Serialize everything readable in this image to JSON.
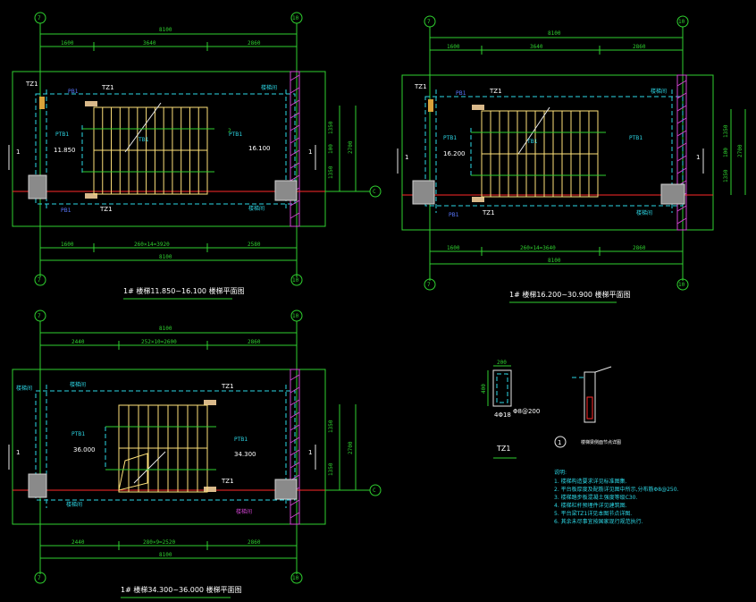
{
  "grid": {
    "axis_7": "7",
    "axis_10": "10",
    "axis_c": "C",
    "section_mark": "1"
  },
  "plan1": {
    "title": "1# 楼梯11.850~16.100 楼梯平面图",
    "total": "8100",
    "top_dims": [
      "1600",
      "3640",
      "2860"
    ],
    "bottom_dims": [
      "1600",
      "260×14=3920",
      "2580"
    ],
    "right_dims": [
      "1350",
      "100",
      "1350",
      "2700"
    ],
    "tz": "TZ1",
    "level_left": "11.850",
    "level_right": "16.100",
    "cyan_labels": [
      "PTB1",
      "TB1",
      "PTB1"
    ],
    "up_mark": "2"
  },
  "plan2": {
    "title": "1# 楼梯16.200~30.900 楼梯平面图",
    "total": "8100",
    "top_dims": [
      "1600",
      "3640",
      "2860"
    ],
    "bottom_dims": [
      "1600",
      "260×14=3640",
      "2860"
    ],
    "right_dims": [
      "1350",
      "100",
      "1350",
      "2700"
    ],
    "tz": "TZ1",
    "level_left": "16.200",
    "cyan_labels": [
      "PTB1",
      "TB1",
      "PTB1"
    ]
  },
  "plan3": {
    "title": "1# 楼梯34.300~36.000 楼梯平面图",
    "total": "8100",
    "top_dims": [
      "2440",
      "252×10=2600",
      "2860"
    ],
    "bottom_dims": [
      "2440",
      "280×9=2520",
      "2860"
    ],
    "right_dims": [
      "1350",
      "1350",
      "2700"
    ],
    "tz": "TZ1",
    "level_left": "36.000",
    "level_right": "34.300",
    "cyan_labels": [
      "PTB1",
      "PTB1"
    ]
  },
  "tz_detail": {
    "label": "TZ1",
    "width": "200",
    "height": "400",
    "note": "4Φ18",
    "stirrup": "Φ8@200"
  },
  "detail_1": {
    "mark": "1",
    "caption": "楼梯梁侧面节点详图"
  },
  "notes": {
    "heading": "说明:",
    "items": [
      "1. 楼梯构造要求详见标准图集.",
      "2. 平台板厚度及配筋详见图中所示,分布筋Φ8@250.",
      "3. 楼梯踏步板混凝土强度等级C30.",
      "4. 楼梯栏杆预埋件详见建筑图.",
      "5. 平台梁TZ1详见本图节点详图.",
      "6. 其余未尽事宜按国家现行规范执行."
    ]
  }
}
